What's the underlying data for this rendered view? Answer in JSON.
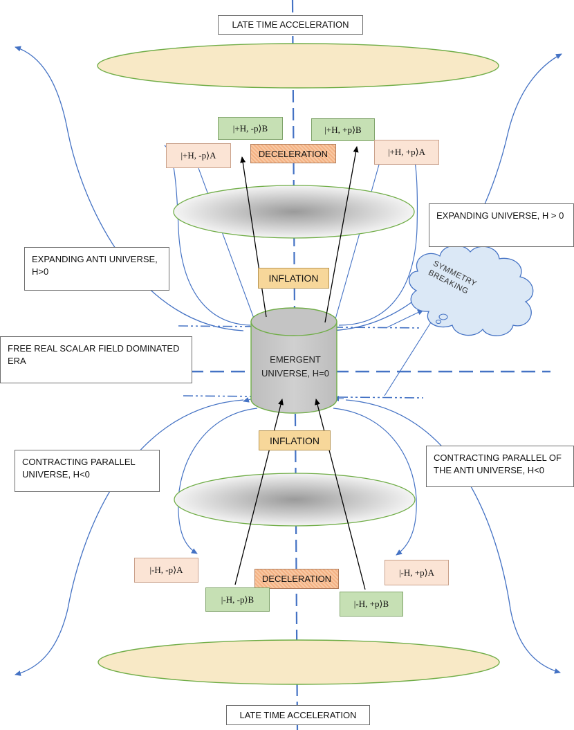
{
  "top_banner": "LATE TIME ACCELERATION",
  "bottom_banner": "LATE TIME ACCELERATION",
  "regions": {
    "expanding_universe": "EXPANDING UNIVERSE, H > 0",
    "expanding_anti_universe": "EXPANDING ANTI UNIVERSE, H>0",
    "free_scalar_field": "FREE REAL SCALAR FIELD DOMINATED ERA",
    "contracting_parallel": "CONTRACTING PARALLEL UNIVERSE, H<0",
    "contracting_parallel_anti": "CONTRACTING PARALLEL OF THE ANTI UNIVERSE, H<0"
  },
  "eras": {
    "deceleration_top": "DECELERATION",
    "inflation_top": "INFLATION",
    "inflation_bottom": "INFLATION",
    "deceleration_bottom": "DECELERATION"
  },
  "center": {
    "line1": "EMERGENT",
    "line2": "UNIVERSE, H=0"
  },
  "symmetry_breaking": {
    "line1": "SYMMETRY",
    "line2": "BREAKING"
  },
  "states": {
    "top_b_minus": "|+H, -p⟩B",
    "top_b_plus": "|+H, +p⟩B",
    "top_a_minus": "|+H, -p⟩A",
    "top_a_plus": "|+H, +p⟩A",
    "bottom_a_minus": "|-H, -p⟩A",
    "bottom_a_plus": "|-H, +p⟩A",
    "bottom_b_minus": "|-H, -p⟩B",
    "bottom_b_plus": "|-H, +p⟩B"
  },
  "colors": {
    "curve_blue": "#4472c4",
    "ellipse_fill": "#f8e9c6",
    "ellipse_stroke": "#70ad47",
    "state_a_fill": "#fbe4d5",
    "state_b_fill": "#c6e0b4",
    "inflation_fill": "#f7d79a",
    "deceleration_fill": "#f4b183",
    "cloud_fill": "#dbe8f6"
  }
}
